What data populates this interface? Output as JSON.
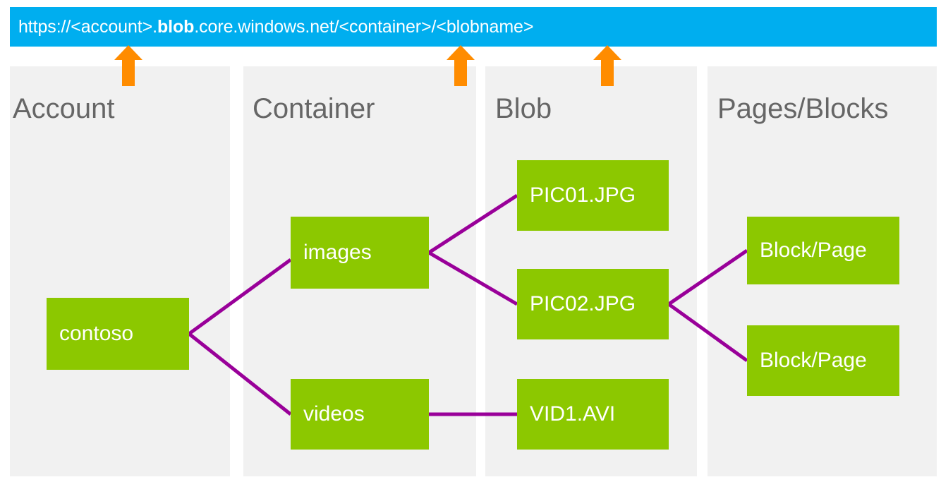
{
  "url_bar": {
    "prefix": "https://<account>.",
    "bold": "blob",
    "suffix": ".core.windows.net/<container>/<blobname>",
    "full_text": "https://<account>.blob.core.windows.net/<container>/<blobname>",
    "background_color": "#00AEEF",
    "text_color": "#FFFFFF"
  },
  "columns": [
    {
      "title": "Account"
    },
    {
      "title": "Container"
    },
    {
      "title": "Blob"
    },
    {
      "title": "Pages/Blocks"
    }
  ],
  "arrows": [
    {
      "name": "arrow-to-account",
      "color": "#F7941E"
    },
    {
      "name": "arrow-to-container",
      "color": "#FF8C00"
    },
    {
      "name": "arrow-to-blobname",
      "color": "#FF8C00"
    }
  ],
  "nodes": {
    "account": [
      {
        "label": "contoso"
      }
    ],
    "container": [
      {
        "label": "images"
      },
      {
        "label": "videos"
      }
    ],
    "blob": [
      {
        "label": "PIC01.JPG"
      },
      {
        "label": "PIC02.JPG"
      },
      {
        "label": "VID1.AVI"
      }
    ],
    "pages_blocks": [
      {
        "label": "Block/Page"
      },
      {
        "label": "Block/Page"
      }
    ]
  },
  "colors": {
    "node_fill": "#8CC800",
    "node_text": "#FFFFFF",
    "panel_fill": "#F1F1F1",
    "panel_title": "#666666",
    "connector": "#990099",
    "arrow": "#FF8C00",
    "banner": "#00AEEF"
  }
}
